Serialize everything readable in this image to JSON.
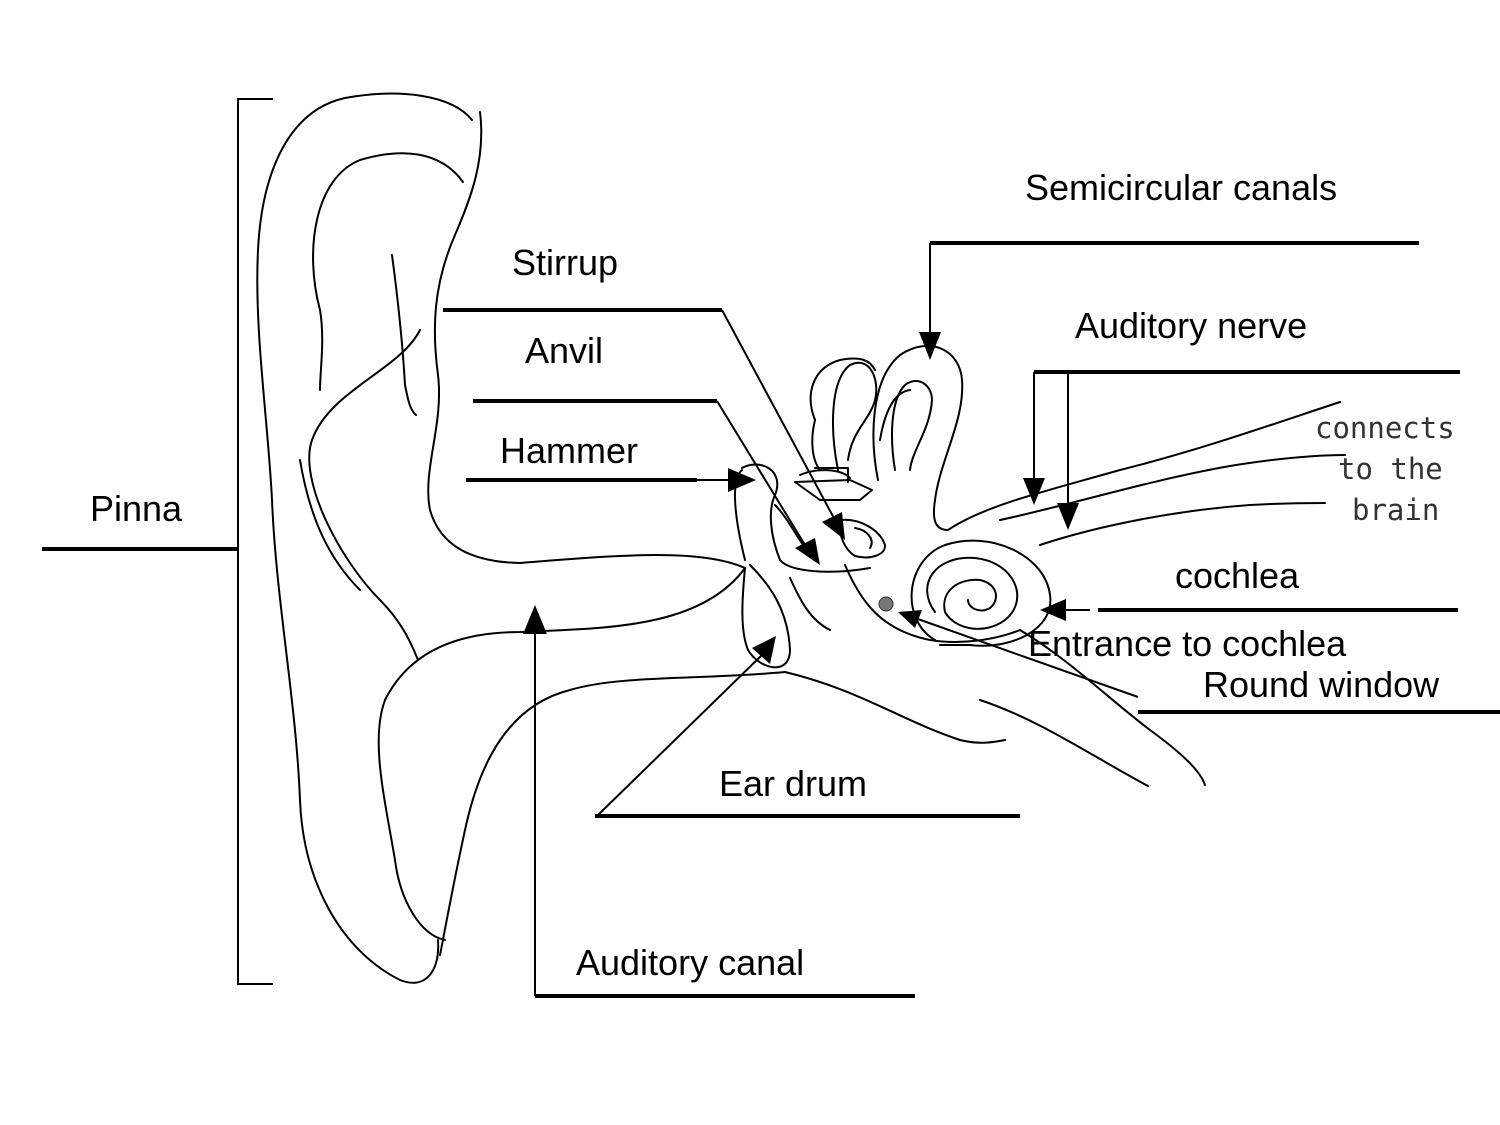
{
  "labels": {
    "pinna": "Pinna",
    "stirrup": "Stirrup",
    "anvil": "Anvil",
    "hammer": "Hammer",
    "semicircular_canals": "Semicircular canals",
    "auditory_nerve": "Auditory nerve",
    "connects_line1": "connects",
    "connects_line2": "to the",
    "connects_line3": "brain",
    "cochlea": "cochlea",
    "entrance_to_cochlea": "Entrance to cochlea",
    "round_window": "Round window",
    "ear_drum": "Ear drum",
    "auditory_canal": "Auditory canal"
  },
  "colors": {
    "line": "#000000",
    "round_window_dot": "#777777",
    "background": "#ffffff"
  }
}
